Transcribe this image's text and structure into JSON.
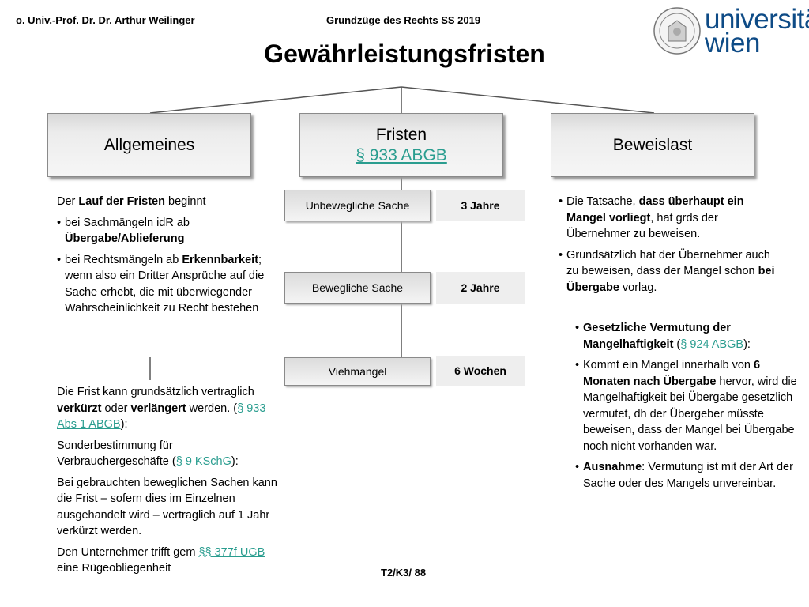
{
  "header": {
    "author": "o. Univ.-Prof. Dr. Dr. Arthur Weilinger",
    "course": "Grundzüge des Rechts SS 2019",
    "logo_line1": "universität",
    "logo_line2": "wien"
  },
  "title": "Gewährleistungsfristen",
  "boxes": {
    "allgemeines": "Allgemeines",
    "fristen": "Fristen",
    "fristen_link": "§ 933 ABGB",
    "beweislast": "Beweislast"
  },
  "fristen_rows": [
    {
      "label": "Unbewegliche Sache",
      "value": "3 Jahre"
    },
    {
      "label": "Bewegliche Sache",
      "value": "2 Jahre"
    },
    {
      "label": "Viehmangel",
      "value": "6 Wochen"
    }
  ],
  "left": {
    "intro_pre": "Der ",
    "intro_bold": "Lauf der Fristen",
    "intro_post": " beginnt",
    "b1_pre": "bei Sachmängeln idR ab ",
    "b1_bold": "Übergabe/Ablieferung",
    "b2_pre": "bei Rechtsmängeln ab ",
    "b2_bold": "Erkennbarkeit",
    "b2_post": "; wenn also ein Dritter Ansprüche auf die Sache erhebt, die mit überwiegender Wahrscheinlichkeit zu Recht bestehen",
    "p2_a": "Die Frist kann grundsätzlich vertraglich ",
    "p2_b": "verkürzt",
    "p2_c": " oder ",
    "p2_d": "verlängert",
    "p2_e": " werden. (",
    "p2_link": "§ 933 Abs 1 ABGB",
    "p2_f": "):",
    "p3_a": "Sonderbestimmung für Verbrauchergeschäfte (",
    "p3_link": "§ 9 KSchG",
    "p3_b": "):",
    "p4": "Bei gebrauchten beweglichen Sachen kann die Frist – sofern dies im Einzelnen ausgehandelt wird – vertraglich auf 1 Jahr verkürzt werden.",
    "p5_a": "Den Unternehmer trifft gem ",
    "p5_link": "§§ 377f UGB",
    "p5_b": " eine Rügeobliegenheit"
  },
  "right": {
    "r1_pre": "Die Tatsache, ",
    "r1_bold": "dass überhaupt ein Mangel vorliegt",
    "r1_post": ", hat grds der Übernehmer zu beweisen.",
    "r2_pre": "Grundsätzlich hat der Übernehmer auch zu beweisen, dass der Mangel schon ",
    "r2_bold": "bei Übergabe",
    "r2_post": " vorlag.",
    "r3_bold": "Gesetzliche Vermutung der Mangelhaftigkeit",
    "r3_mid": " (",
    "r3_link": "§ 924 ABGB",
    "r3_post": "):",
    "r4_pre": "Kommt ein Mangel innerhalb von ",
    "r4_bold": "6 Monaten nach Übergabe",
    "r4_post": " hervor, wird die Mangelhaftigkeit bei Übergabe gesetzlich vermutet, dh der Übergeber müsste beweisen, dass der Mangel bei Übergabe noch nicht vorhanden war.",
    "r5_bold": "Ausnahme",
    "r5_post": ": Vermutung ist mit der Art der Sache oder des Mangels unvereinbar."
  },
  "footer": "T2/K3/ 88"
}
